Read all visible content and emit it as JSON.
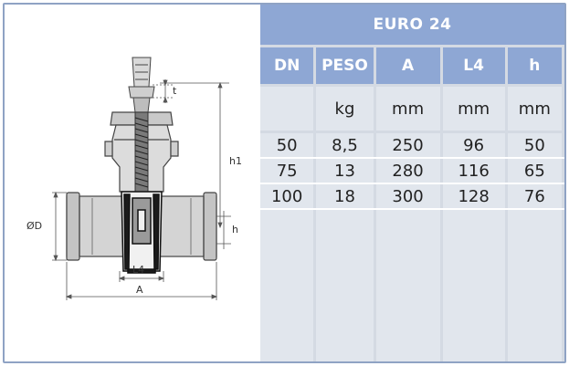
{
  "drawing": {
    "labels": {
      "t": "t",
      "h1": "h1",
      "diameter": "ØD",
      "h": "h",
      "l4": "L4",
      "a": "A"
    }
  },
  "table": {
    "title": "EURO 24",
    "headers": [
      "DN",
      "PESO",
      "A",
      "L4",
      "h"
    ],
    "units": [
      "",
      "kg",
      "mm",
      "mm",
      "mm"
    ],
    "rows": [
      [
        "50",
        "8,5",
        "250",
        "96",
        "50"
      ],
      [
        "75",
        "13",
        "280",
        "116",
        "65"
      ],
      [
        "100",
        "18",
        "300",
        "128",
        "76"
      ]
    ]
  },
  "colors": {
    "header_blue": "#8ea7d4",
    "cell_gray": "#e1e6ed",
    "frame": "#8fa3c4"
  }
}
